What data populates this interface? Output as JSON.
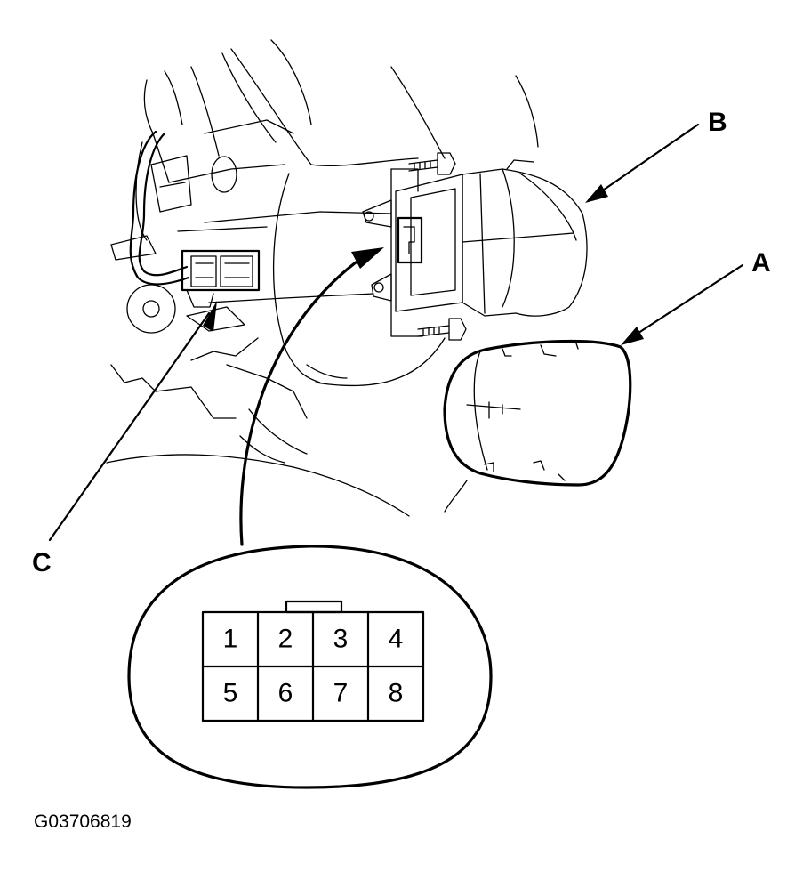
{
  "labels": {
    "a": "A",
    "b": "B",
    "c": "C"
  },
  "connector_pins": [
    "1",
    "2",
    "3",
    "4",
    "5",
    "6",
    "7",
    "8"
  ],
  "figure_code": "G03706819"
}
